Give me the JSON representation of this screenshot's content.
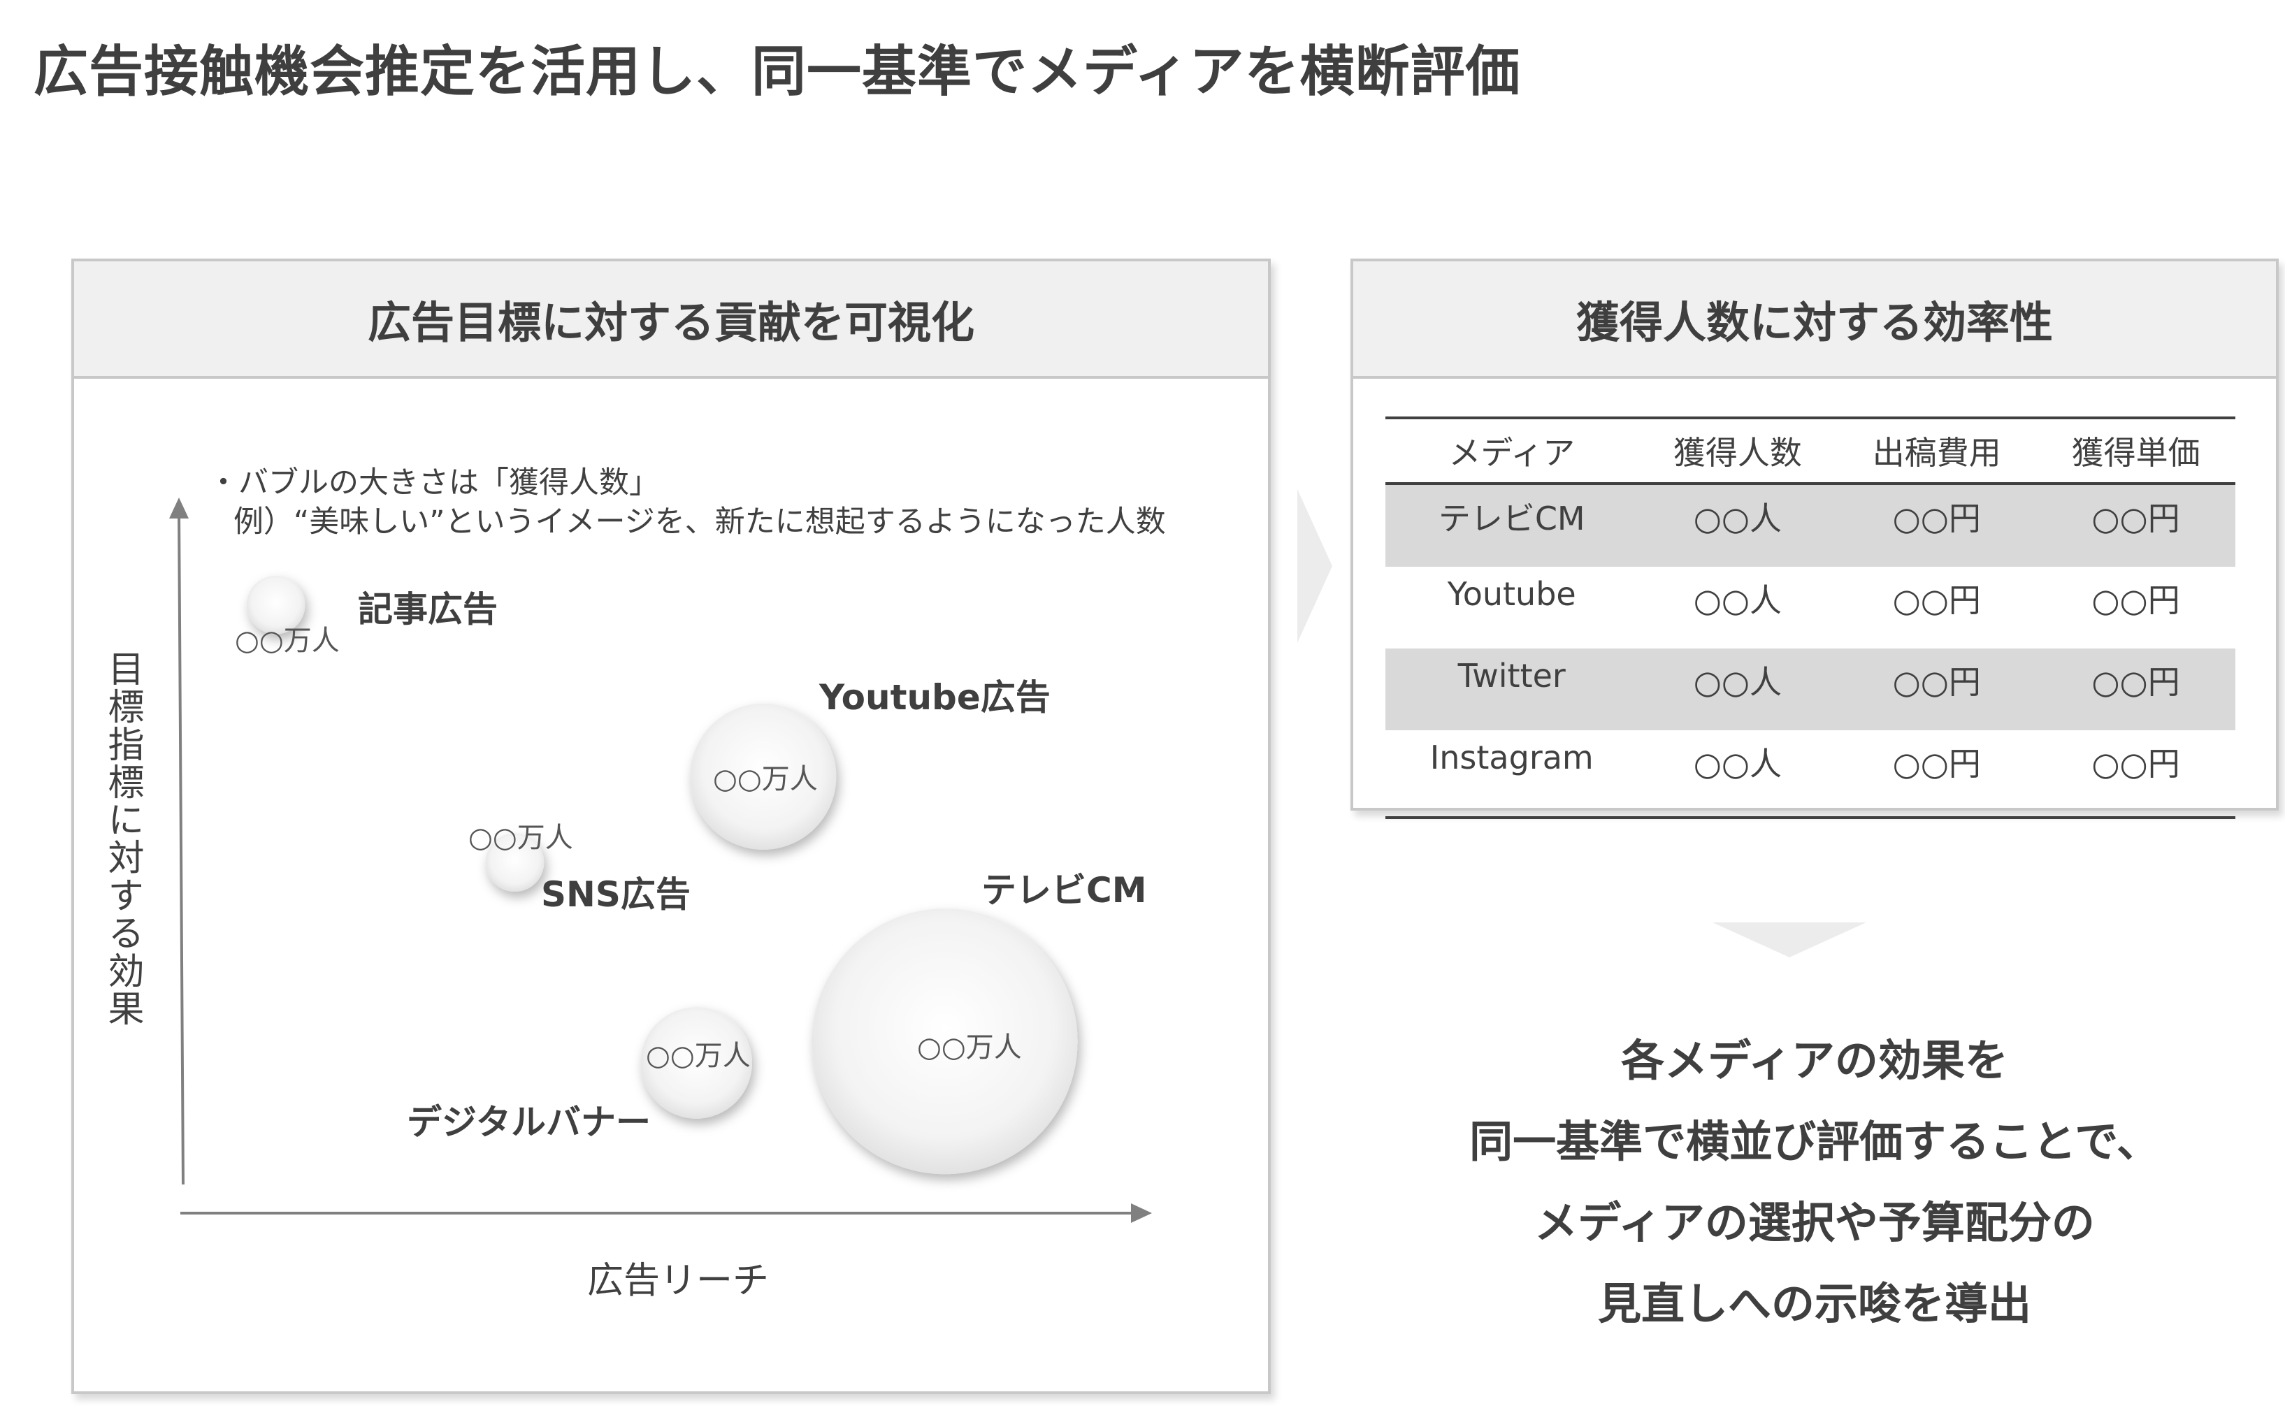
{
  "title": "広告接触機会推定を活用し、同一基準でメディアを横断評価",
  "left_panel": {
    "header": "広告目標に対する貢献を可視化",
    "note_line1": "・バブルの大きさは「獲得人数」",
    "note_line2": "例）“美味しい”というイメージを、新たに想起するようになった人数"
  },
  "chart_data": {
    "type": "scatter",
    "title": "",
    "xlabel": "広告リーチ",
    "ylabel": "目標指標に対する効果",
    "grid": false,
    "legend": "none",
    "bubble_label": "○○万人",
    "points": [
      {
        "name": "記事広告",
        "x": 0.1,
        "y": 0.85,
        "size": 0.22,
        "label": "○○万人"
      },
      {
        "name": "Youtube広告",
        "x": 0.61,
        "y": 0.61,
        "size": 0.55,
        "label": "○○万人"
      },
      {
        "name": "SNS広告",
        "x": 0.35,
        "y": 0.49,
        "size": 0.22,
        "label": "○○万人"
      },
      {
        "name": "テレビCM",
        "x": 0.8,
        "y": 0.24,
        "size": 1.0,
        "label": "○○万人"
      },
      {
        "name": "デジタルバナー",
        "x": 0.54,
        "y": 0.21,
        "size": 0.42,
        "label": "○○万人"
      }
    ]
  },
  "right_panel": {
    "header": "獲得人数に対する効率性",
    "table": {
      "headers": [
        "メディア",
        "獲得人数",
        "出稿費用",
        "獲得単価"
      ],
      "rows": [
        [
          "テレビCM",
          "○○人",
          "○○円",
          "○○円"
        ],
        [
          "Youtube",
          "○○人",
          "○○円",
          "○○円"
        ],
        [
          "Twitter",
          "○○人",
          "○○円",
          "○○円"
        ],
        [
          "Instagram",
          "○○人",
          "○○円",
          "○○円"
        ]
      ]
    }
  },
  "conclusion": {
    "line1": "各メディアの効果を",
    "line2": "同一基準で横並び評価することで、",
    "line3": "メディアの選択や予算配分の",
    "line4": "見直しへの示唆を導出"
  },
  "colors": {
    "text": "#404040",
    "header_bg": "#f0f0f0",
    "border": "#c8c8c8",
    "row_shade": "#d9d9d9"
  }
}
